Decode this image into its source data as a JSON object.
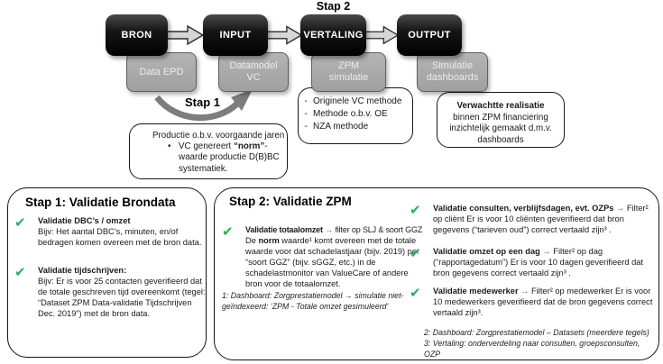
{
  "pipeline": {
    "stap2_label": "Stap 2",
    "stap1_label": "Stap 1",
    "stages": [
      {
        "name": "BRON",
        "artifact": "Data EPD"
      },
      {
        "name": "INPUT",
        "artifact": "Datamodel VC"
      },
      {
        "name": "VERTALING",
        "artifact": "ZPM simulatie"
      },
      {
        "name": "OUTPUT",
        "artifact": "Simulatie dashboards"
      }
    ]
  },
  "methods_box": {
    "marker": "-",
    "items": [
      "Originele VC methode",
      "Methode o.b.v. OE",
      "NZA methode"
    ]
  },
  "realisation_box": {
    "bold": "Verwachtte realisatie",
    "rest": " binnen ZPM financiering inzichtelijk gemaakt d.m.v. dashboards"
  },
  "productie_box": {
    "line1": "Productie o.b.v. voorgaande jaren",
    "bullet_marker": "•",
    "bullet_pre": "VC genereert ",
    "bullet_bold": "“norm”",
    "bullet_post": "-waarde productie D(B)BC systematiek."
  },
  "icons": {
    "check": "✔",
    "flow_arrow": "→"
  },
  "colors": {
    "check_green": "#2EAD5C",
    "box_black": "#0a0a0a",
    "box_gray": "#a8a8a8",
    "inline_arrow_green": "#2B7B55"
  },
  "stap1_box": {
    "title": "Stap 1: Validatie Brondata",
    "items": [
      {
        "label": "Validatie DBC’s / omzet",
        "body": "Bijv: Het aantal DBC’s, minuten, en/of bedragen komen overeen met de bron data."
      },
      {
        "label": "Validatie tijdschrijven:",
        "body": "Bijv: Er is voor 25 contacten geverifieerd dat de totale geschreven tijd overeenkomt (tegel: “Dataset ZPM Data-validatie Tijdschrijven Dec. 2019”) met de bron data."
      }
    ]
  },
  "stap2_box": {
    "title": "Stap 2: Validatie ZPM",
    "totaalomzet": {
      "label": "Validatie totaalomzet ",
      "arrow": "→",
      "line1_rest": " filter op SLJ & soort GGZ",
      "line2_pre": "De ",
      "line2_bold": "norm",
      "line2_post": " waarde¹ komt overeen met de totale waarde voor dat schadelastjaar (bijv. 2019) per “soort GGZ” (bijv. sGGZ, etc.) in de schadelastmonitor van ValueCare of andere bron voor de totaalomzet."
    },
    "footnote1": "1: Dashboard: Zorgprestatiemodel → simulatie niet-geïndexeerd: ‘ZPM - Totale omzet gesimuleerd’",
    "right_items": [
      {
        "label": "Validatie consulten, verblijfsdagen, evt. OZPs ",
        "arrow": "→",
        "rest": " Filter² op cliënt Er is voor 10 cliënten geverifieerd dat bron gegevens (“tarieven oud”) correct vertaald zijn³ ."
      },
      {
        "label": "Validatie omzet op een dag ",
        "arrow": "→",
        "rest": " Filter² op dag (“rapportagedatum”) Er is voor 10 dagen geverifieerd dat bron gegevens correct vertaald zijn³ ."
      },
      {
        "label": "Validatie medewerker ",
        "arrow": "→",
        "rest": " Filter² op medewerker Er is voor 10 medewerkers geverifieerd dat de bron gegevens correct vertaald zijn³."
      }
    ],
    "footnote2": "2: Dashboard: Zorgprestatiemodel – Datasets (meerdere tegels)",
    "footnote3": "3: Vertaling: onderverdeling naar consulten, groepsconsulten, OZP"
  }
}
